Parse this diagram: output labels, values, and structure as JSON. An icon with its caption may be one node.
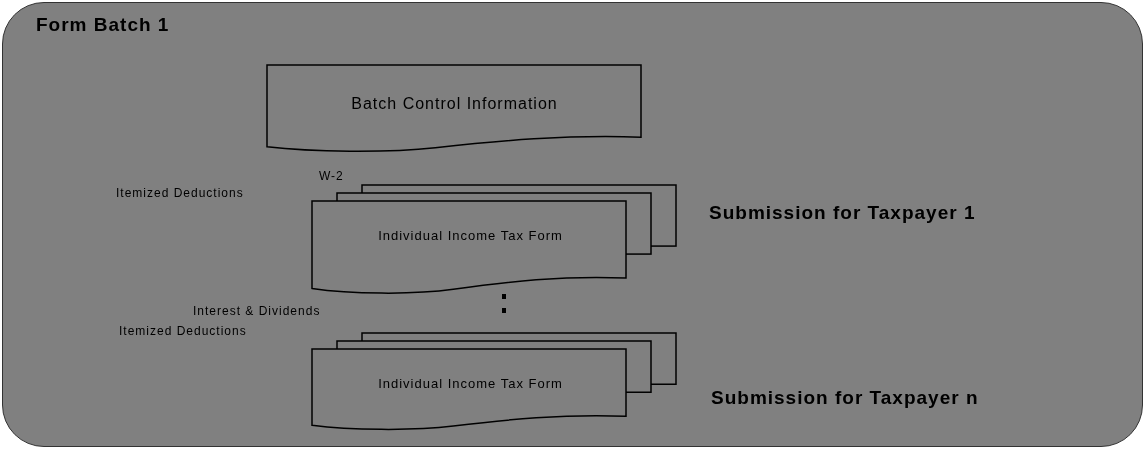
{
  "diagram": {
    "nodes": [
      {
        "text": [
          "Form Batch 1"
        ]
      },
      {
        "text": [
          "Batch Control Information"
        ],
        "in": 0
      },
      {
        "text": [
          "Individual Income Tax Form"
        ],
        "in": 0
      },
      {
        "text": [
          "Individual Income Tax Form"
        ],
        "in": 0
      }
    ],
    "labels": [
      "W-2",
      "Itemized Deductions",
      "Submission for Taxpayer 1",
      "Interest & Dividends",
      "Itemized Deductions",
      "Submission for Taxpayer n"
    ]
  }
}
